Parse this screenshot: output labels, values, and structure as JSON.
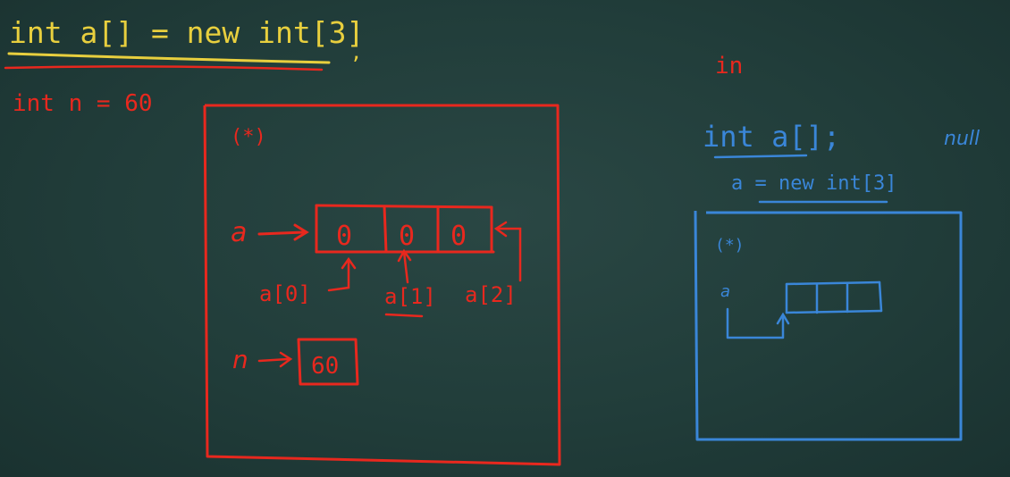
{
  "colors": {
    "board": "#213d3a",
    "yellow": "#e8cf3e",
    "red": "#e8281e",
    "blue": "#3a86d8"
  },
  "top_left": {
    "statement": "int a[] = new int[3]",
    "comma": ","
  },
  "red_note": {
    "declaration": "int n = 60"
  },
  "red_box": {
    "label": "(*)",
    "array_ref": "a",
    "cells": [
      "0",
      "0",
      "0"
    ],
    "indices": [
      "a[0]",
      "a[1]",
      "a[2]"
    ],
    "var_name": "n",
    "var_value": "60"
  },
  "right_side": {
    "top_mark": "in",
    "declaration": "int a[];",
    "null_note": "null",
    "assignment": "a = new int[3]"
  },
  "blue_box": {
    "label": "(*)",
    "array_ref": "a",
    "cells": [
      "",
      "",
      ""
    ]
  }
}
